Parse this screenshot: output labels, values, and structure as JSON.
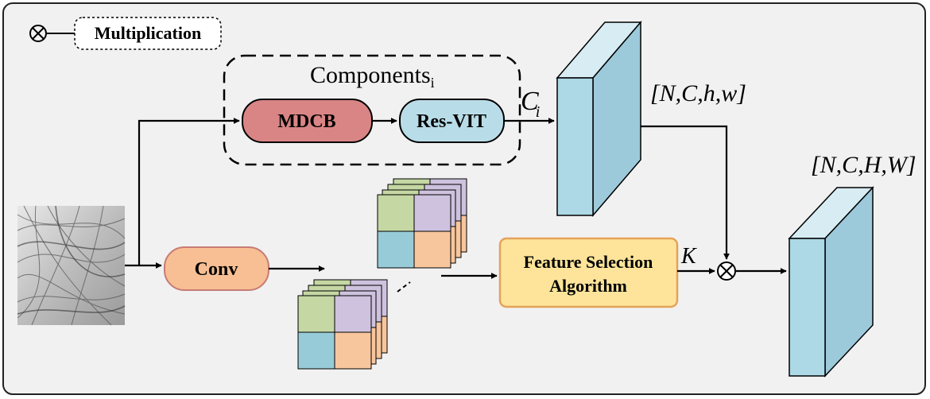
{
  "legend": {
    "symbol": "⊗",
    "label": "Multiplication"
  },
  "components": {
    "label_main": "Components",
    "label_sub": "i"
  },
  "blocks": {
    "mdcb": "MDCB",
    "resvit": "Res-VIT",
    "conv": "Conv",
    "feature_selection_line1": "Feature Selection",
    "feature_selection_line2": "Algorithm"
  },
  "labels": {
    "ci_main": "C",
    "ci_sub": "i",
    "k": "K",
    "dims_small": "[N,C,h,w]",
    "dims_large": "[N,C,H,W]"
  },
  "colors": {
    "background": "#f1f1f1",
    "mdcb_fill": "#d98585",
    "resvit_fill": "#b9dde8",
    "conv_fill": "#f7bf93",
    "feature_fill": "#fde49a",
    "feature_stroke": "#e6a25a",
    "tensor_front": "#add8e6",
    "tensor_side": "#9ccadb",
    "tile_green": "#c5d7a3",
    "tile_purple": "#cec2de",
    "tile_blue": "#98cbd8",
    "tile_orange": "#f8c69d"
  }
}
